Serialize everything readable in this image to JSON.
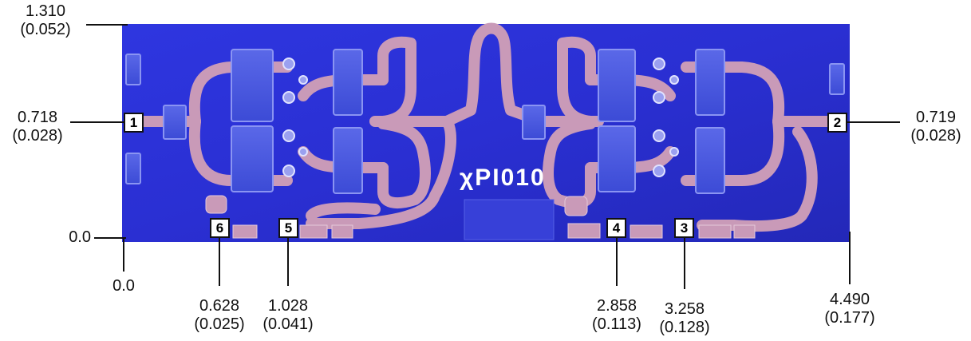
{
  "diagram": {
    "chip_marking": "χPI010",
    "pads": [
      "1",
      "2",
      "3",
      "4",
      "5",
      "6"
    ],
    "dimensions": {
      "top_left": {
        "value": "1.310",
        "alt": "(0.052)"
      },
      "pad1": {
        "value": "0.718",
        "alt": "(0.028)"
      },
      "pad2": {
        "value": "0.719",
        "alt": "(0.028)"
      },
      "origin_y": {
        "value": "0.0"
      },
      "origin_x": {
        "value": "0.0"
      },
      "pad6": {
        "value": "0.628",
        "alt": "(0.025)"
      },
      "pad5": {
        "value": "1.028",
        "alt": "(0.041)"
      },
      "pad4": {
        "value": "2.858",
        "alt": "(0.113)"
      },
      "pad3": {
        "value": "3.258",
        "alt": "(0.128)"
      },
      "right_edge": {
        "value": "4.490",
        "alt": "(0.177)"
      }
    },
    "colors": {
      "substrate": "#2a2fd6",
      "trace": "#c99ab8",
      "capacitor": "#4d5fe0",
      "capacitor_edge": "#8a94f2",
      "label_border": "#111111"
    }
  }
}
